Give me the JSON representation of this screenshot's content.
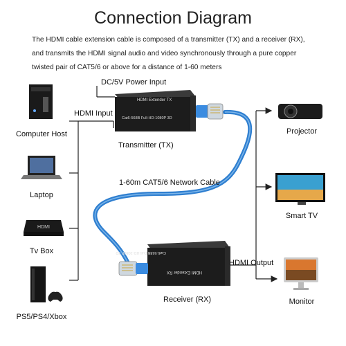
{
  "title": "Connection Diagram",
  "description": [
    "The HDMI cable extension cable is composed of a transmitter (TX) and a receiver (RX),",
    "and transmits the HDMI signal audio and video synchronously through a pure copper",
    "twisted pair of CAT5/6 or above for a distance of 1-60 meters"
  ],
  "sources": [
    "Computer Host",
    "Laptop",
    "Tv Box",
    "PS5/PS4/Xbox"
  ],
  "displays": [
    "Projector",
    "Smart TV",
    "Monitor"
  ],
  "labels": {
    "power": "DC/5V Power Input",
    "hdmi_input": "HDMI Input",
    "hdmi_output": "HDMI Output",
    "transmitter": "Transmitter (TX)",
    "receiver": "Receiver (RX)",
    "network_cable": "1-60m CAT5/6 Network Cable"
  },
  "device_text": {
    "tx_top": "HDMI  Extender  TX",
    "tx_front": "Cat6-568B Full-HD-1080P 3D",
    "rx_front": "Cat6-568B Full-HD-1080P 3D",
    "rx_top": "HDMI  Extender  RX",
    "tvbox_logo": "HDMI"
  },
  "colors": {
    "cable": "#2f7fd0",
    "device": "#1c1c1c",
    "wire": "#222222"
  }
}
